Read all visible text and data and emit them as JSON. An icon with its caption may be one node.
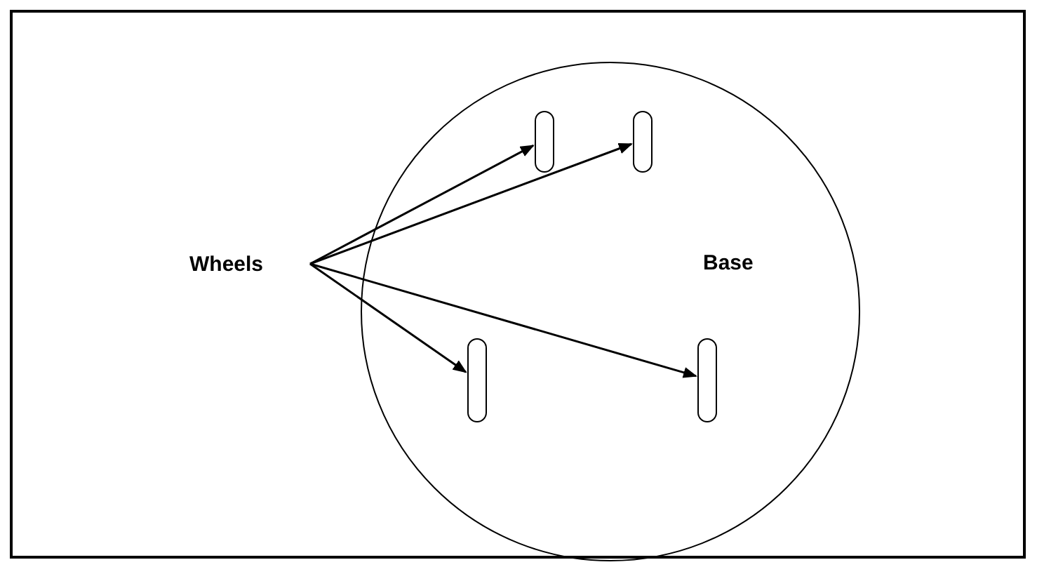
{
  "diagram": {
    "nodes": [
      {
        "text": [
          "Wheels"
        ]
      },
      {
        "text": [
          "Base"
        ]
      },
      {
        "text": [],
        "shape": "box",
        "in": 1
      },
      {
        "text": [],
        "shape": "box",
        "in": 1
      },
      {
        "text": [],
        "shape": "box",
        "in": 1
      },
      {
        "text": [],
        "shape": "box",
        "in": 1
      }
    ],
    "edges": [
      {
        "from": 0,
        "to": 2,
        "arrow": "to"
      },
      {
        "from": 0,
        "to": 3,
        "arrow": "to"
      },
      {
        "from": 0,
        "to": 4,
        "arrow": "to"
      },
      {
        "from": 0,
        "to": 5,
        "arrow": "to"
      }
    ]
  }
}
